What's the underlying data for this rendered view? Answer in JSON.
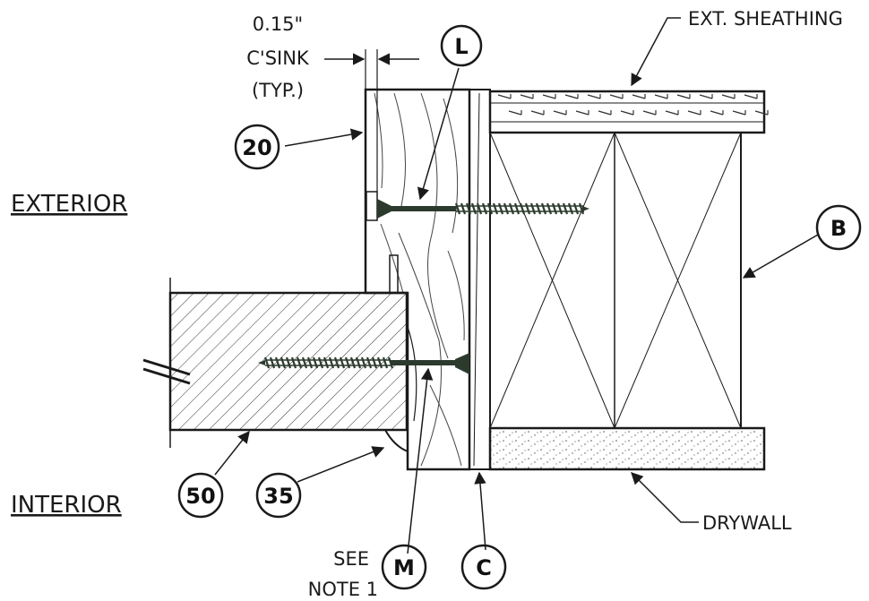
{
  "labels": {
    "dimension": [
      "0.15\"",
      "C'SINK",
      "(TYP.)"
    ],
    "ext_sheathing": "EXT. SHEATHING",
    "exterior": "EXTERIOR",
    "interior": "INTERIOR",
    "drywall": "DRYWALL",
    "see_note": [
      "SEE",
      "NOTE 1"
    ]
  },
  "callouts": {
    "L": "L",
    "B": "B",
    "C": "C",
    "M": "M",
    "20": "20",
    "35": "35",
    "50": "50"
  },
  "colors": {
    "line": "#1a1a1a",
    "screw": "#2c3a2e"
  }
}
